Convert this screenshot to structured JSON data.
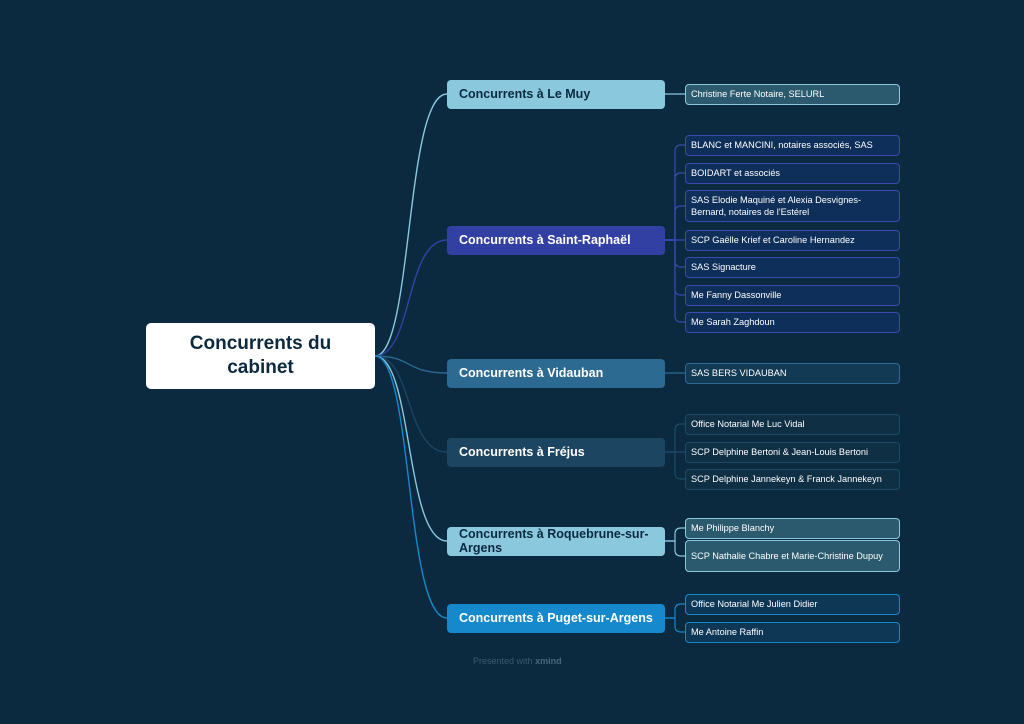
{
  "root": {
    "label": "Concurrents du cabinet"
  },
  "branches": [
    {
      "label": "Concurrents à Le Muy",
      "color": "#8ac8de",
      "leaves": [
        "Christine Ferte Notaire, SELURL"
      ]
    },
    {
      "label": "Concurrents à Saint-Raphaël",
      "color": "#3340a3",
      "leaves": [
        "BLANC et MANCINI, notaires associés, SAS",
        "BOIDART et associés",
        "SAS Elodie Maquiné et Alexia Desvignes-Bernard, notaires de l'Estérel",
        "SCP Gaëlle Krief et Caroline Hernandez",
        "SAS Signacture",
        "Me Fanny Dassonville",
        "Me Sarah Zaghdoun"
      ]
    },
    {
      "label": "Concurrents à Vidauban",
      "color": "#2d6a92",
      "leaves": [
        "SAS BERS VIDAUBAN"
      ]
    },
    {
      "label": "Concurrents à Fréjus",
      "color": "#1b4560",
      "leaves": [
        "Office Notarial Me Luc Vidal",
        "SCP Delphine Bertoni & Jean-Louis Bertoni",
        "SCP Delphine Jannekeyn & Franck Jannekeyn"
      ]
    },
    {
      "label": "Concurrents à Roquebrune-sur-Argens",
      "color": "#8ac8de",
      "leaves": [
        "Me Philippe Blanchy",
        "SCP Nathalie Chabre et Marie-Christine Dupuy"
      ]
    },
    {
      "label": "Concurrents à Puget-sur-Argens",
      "color": "#1688cc",
      "leaves": [
        "Office Notarial Me Julien Didier",
        "Me Antoine Raffin"
      ]
    }
  ],
  "footer": {
    "prefix": "Presented with",
    "brand": "xmind"
  }
}
